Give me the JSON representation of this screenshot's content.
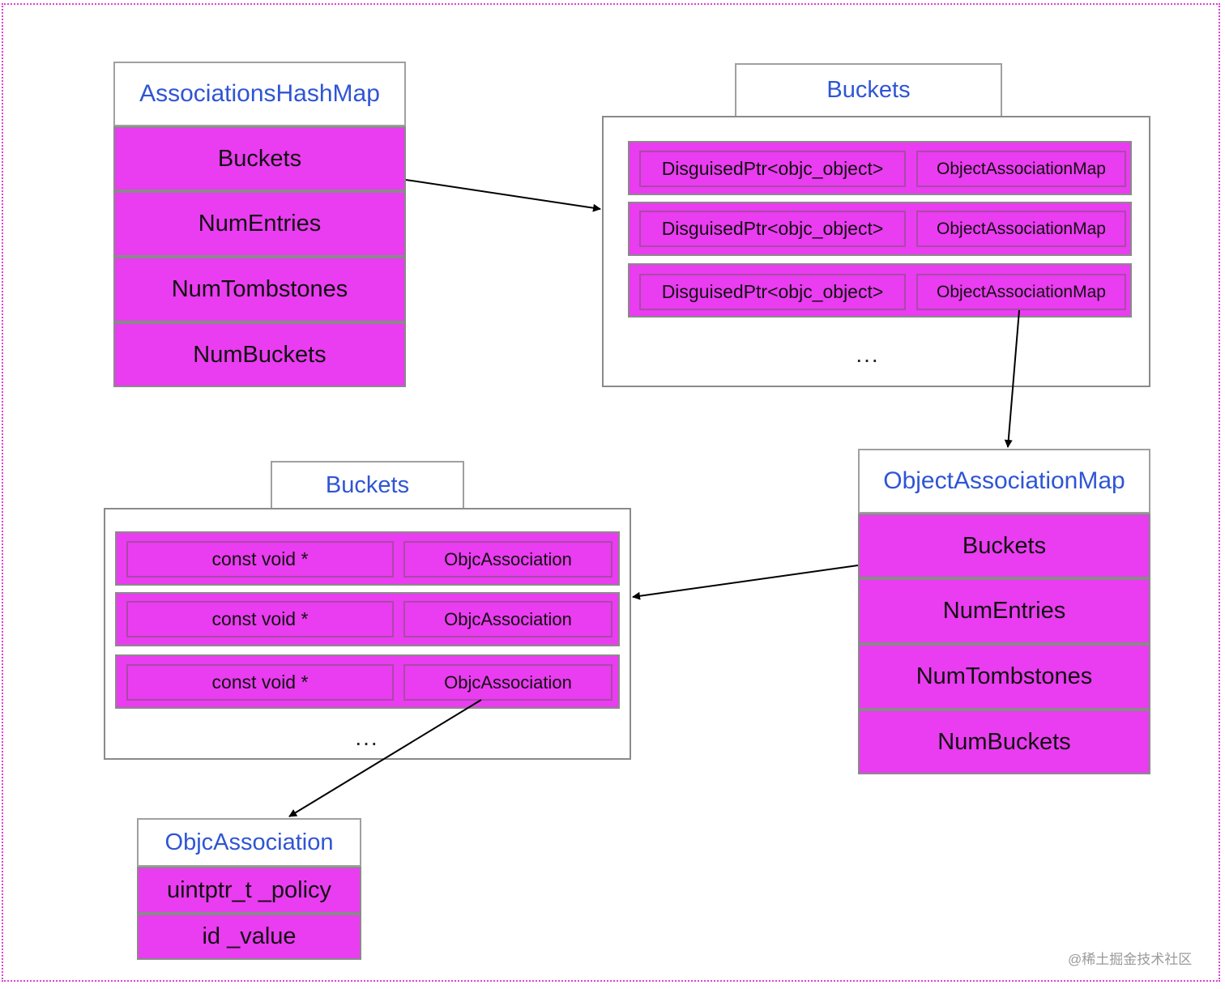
{
  "associations_hash_map": {
    "title": "AssociationsHashMap",
    "fields": [
      "Buckets",
      "NumEntries",
      "NumTombstones",
      "NumBuckets"
    ]
  },
  "top_buckets": {
    "tab_label": "Buckets",
    "rows": [
      {
        "key": "DisguisedPtr<objc_object>",
        "value": "ObjectAssociationMap"
      },
      {
        "key": "DisguisedPtr<objc_object>",
        "value": "ObjectAssociationMap"
      },
      {
        "key": "DisguisedPtr<objc_object>",
        "value": "ObjectAssociationMap"
      }
    ],
    "ellipsis": "..."
  },
  "object_association_map": {
    "title": "ObjectAssociationMap",
    "fields": [
      "Buckets",
      "NumEntries",
      "NumTombstones",
      "NumBuckets"
    ]
  },
  "bottom_buckets": {
    "tab_label": "Buckets",
    "rows": [
      {
        "key": "const void *",
        "value": "ObjcAssociation"
      },
      {
        "key": "const void *",
        "value": "ObjcAssociation"
      },
      {
        "key": "const void *",
        "value": "ObjcAssociation"
      }
    ],
    "ellipsis": "..."
  },
  "objc_association": {
    "title": "ObjcAssociation",
    "fields": [
      "uintptr_t _policy",
      "id _value"
    ]
  },
  "watermark": "@稀土掘金技术社区",
  "colors": {
    "field_fill": "#ea3cf0",
    "title_text": "#2f55d4",
    "border": "#8a8a8a",
    "frame": "#e040d8"
  }
}
